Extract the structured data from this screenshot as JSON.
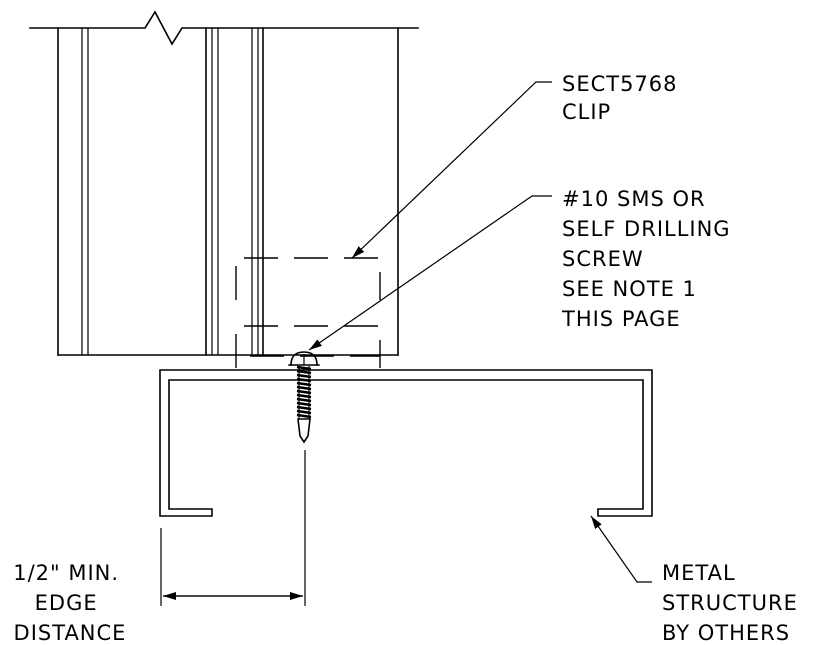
{
  "labels": {
    "clip": [
      "SECT5768",
      "CLIP"
    ],
    "screw": [
      "#10 SMS OR",
      "SELF DRILLING",
      "SCREW",
      "SEE NOTE 1",
      "THIS PAGE"
    ],
    "edge": [
      "1/2\" MIN.",
      "EDGE",
      "DISTANCE"
    ],
    "structure": [
      "METAL",
      "STRUCTURE",
      "BY OTHERS"
    ]
  }
}
